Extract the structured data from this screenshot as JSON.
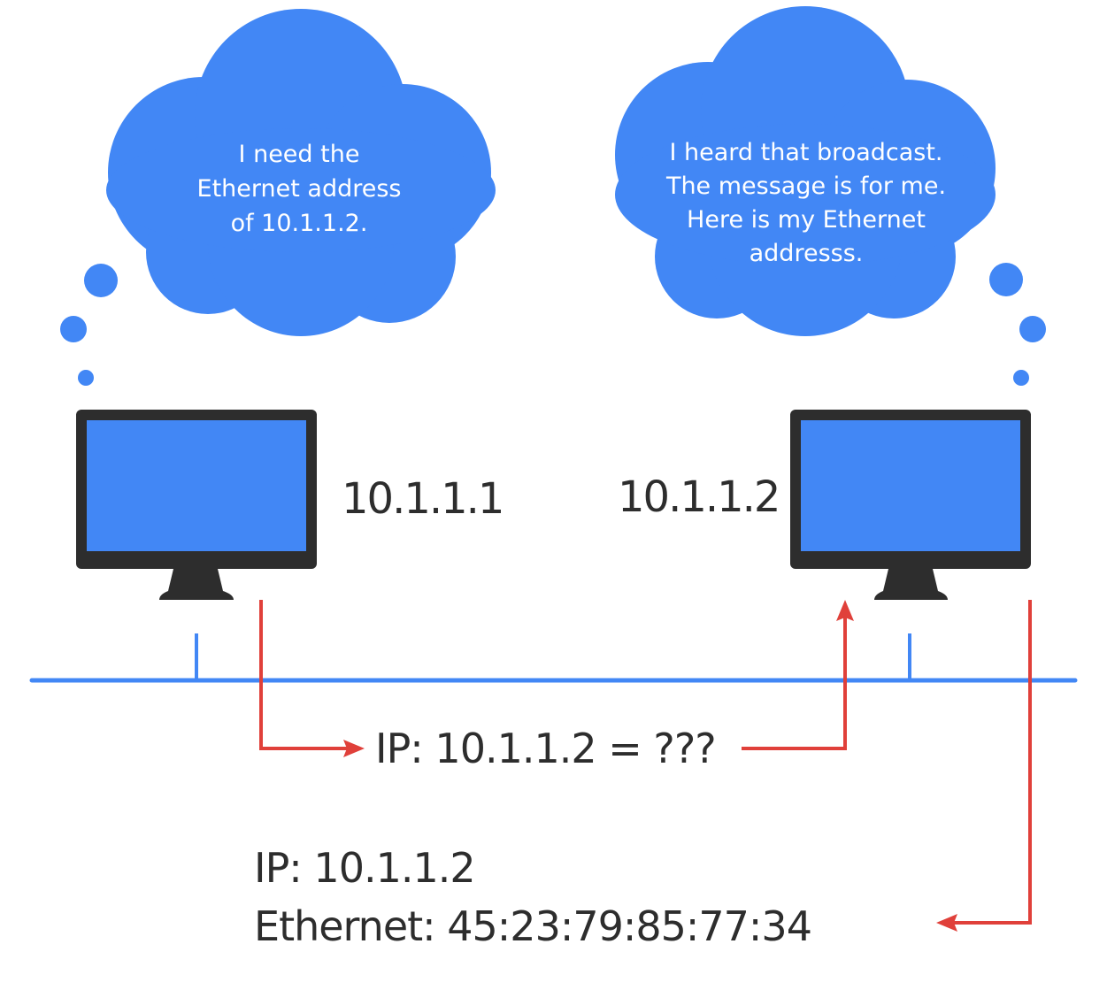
{
  "colors": {
    "cloud": "#4287f5",
    "monitor_frame": "#2d2d2d",
    "screen": "#4287f5",
    "network_line": "#4287f5",
    "arrow": "#e0403a",
    "text": "#2d2d2d"
  },
  "left_host": {
    "thought": [
      "I need the",
      "Ethernet address",
      "of 10.1.1.2."
    ],
    "ip": "10.1.1.1",
    "icon": "monitor-icon"
  },
  "right_host": {
    "thought": [
      "I heard that broadcast.",
      "The message is for me.",
      "Here is my Ethernet",
      "addresss."
    ],
    "ip": "10.1.1.2",
    "icon": "monitor-icon"
  },
  "request": {
    "label": "IP: 10.1.1.2 = ???"
  },
  "reply": {
    "ip_line": "IP: 10.1.1.2",
    "ethernet_line": "Ethernet: 45:23:79:85:77:34"
  }
}
